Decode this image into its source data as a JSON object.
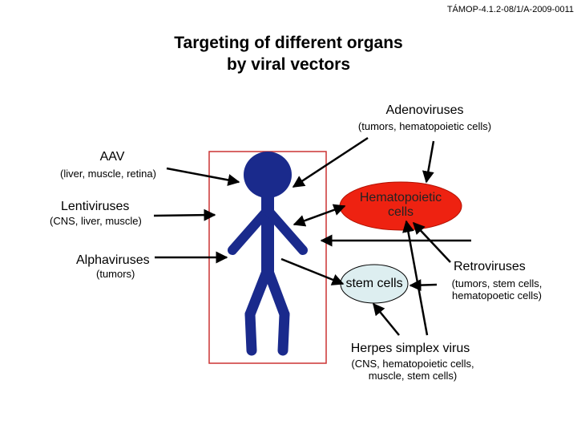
{
  "header_code": "TÁMOP-4.1.2-08/1/A-2009-0011",
  "title": {
    "line1": "Targeting of different organs",
    "line2": "by viral vectors"
  },
  "vectors": {
    "adenoviruses": {
      "name": "Adenoviruses",
      "targets": "(tumors, hematopoietic cells)"
    },
    "aav": {
      "name": "AAV",
      "targets": "(liver, muscle, retina)"
    },
    "lentiviruses": {
      "name": "Lentiviruses",
      "targets": "(CNS, liver, muscle)"
    },
    "alphaviruses": {
      "name": "Alphaviruses",
      "targets": "(tumors)"
    },
    "retroviruses": {
      "name": "Retroviruses",
      "targets_line1": "(tumors, stem cells,",
      "targets_line2": "hematopoetic cells)"
    },
    "herpes": {
      "name": "Herpes simplex virus",
      "targets_line1": "(CNS,  hematopoietic cells,",
      "targets_line2": "muscle, stem cells)"
    }
  },
  "cells": {
    "hematopoietic_line1": "Hematopoietic",
    "hematopoietic_line2": "cells",
    "stem": "stem cells"
  },
  "colors": {
    "figure": "#1a2a8c",
    "frame": "#cc3333",
    "hematopoietic_fill": "#ee2211",
    "stem_fill": "#ddeef0"
  }
}
